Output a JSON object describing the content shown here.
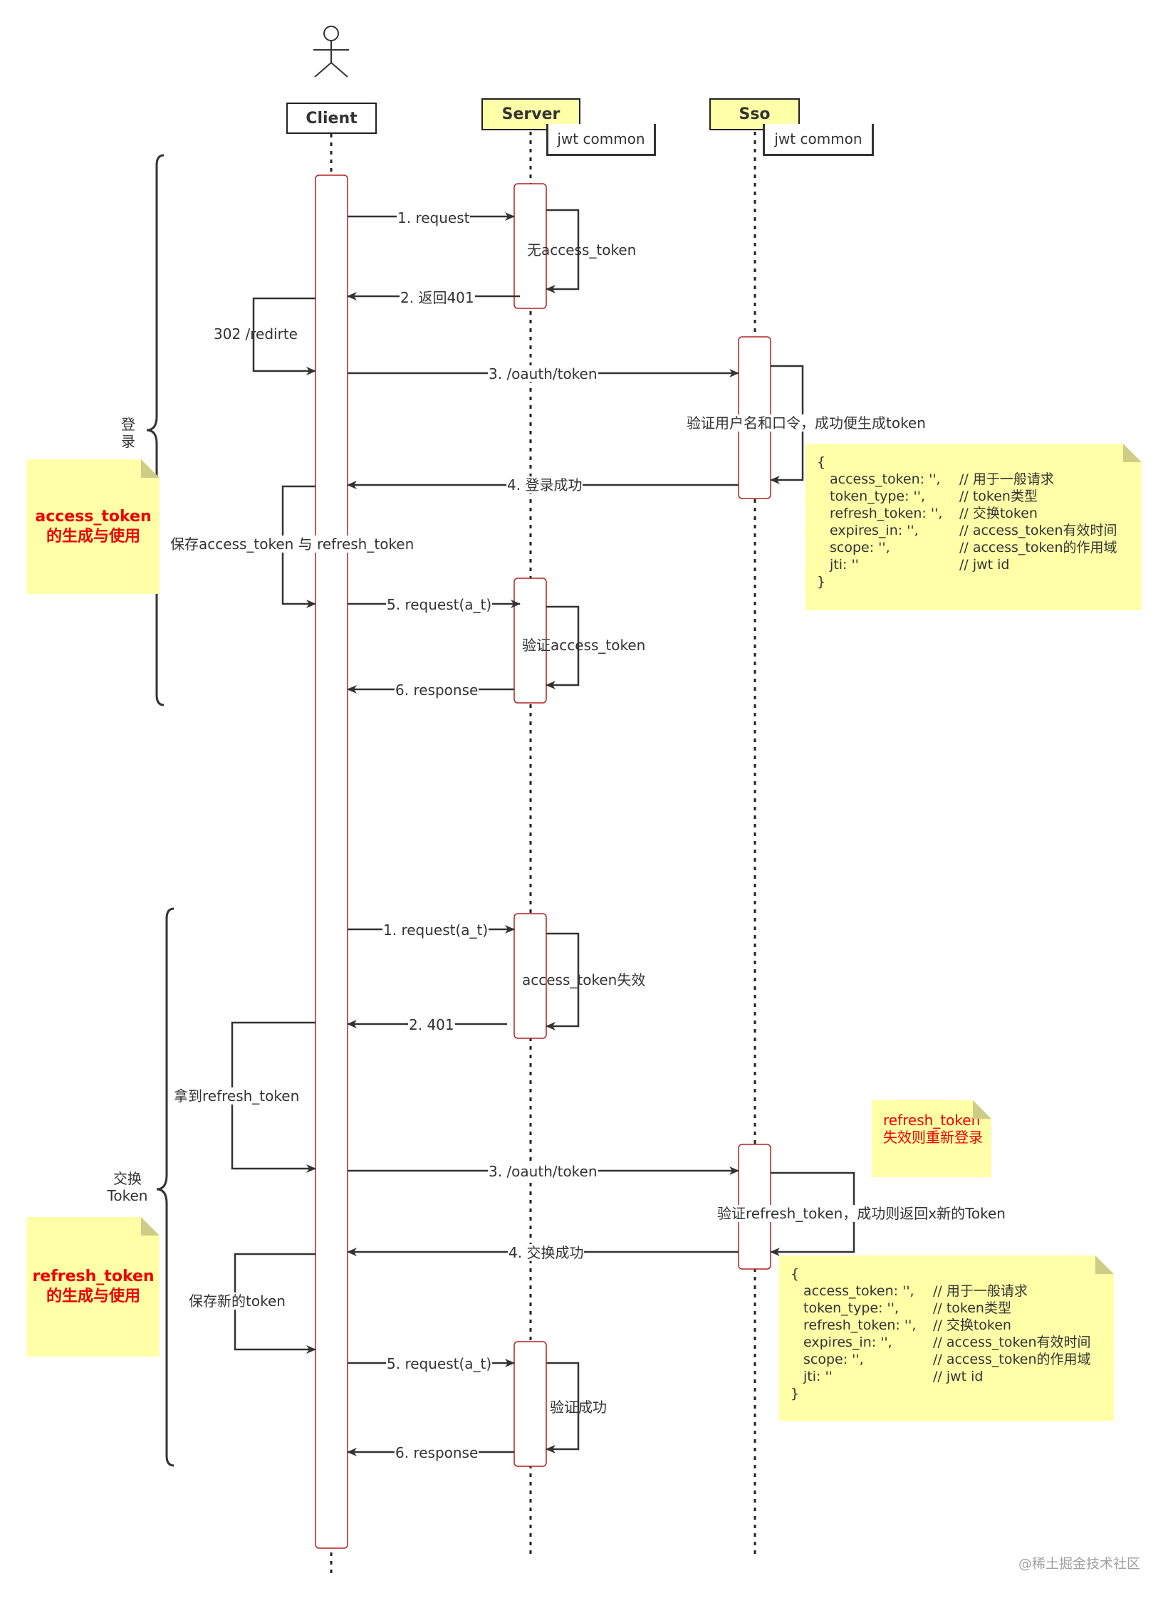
{
  "participants": {
    "client": "Client",
    "server": "Server",
    "sso": "Sso"
  },
  "tags": {
    "server": "jwt common",
    "sso": "jwt common"
  },
  "phase1": {
    "brace_label": [
      "登",
      "录"
    ],
    "note_lines": [
      "access_token",
      "的生成与使用"
    ],
    "m1": "1. request",
    "self_server_1": "无access_token",
    "m2": "2. 返回401",
    "self_client_1": "302 /redirte",
    "m3": "3. /oauth/token",
    "self_sso": "验证用户名和口令，成功便生成token",
    "m4": "4. 登录成功",
    "self_client_2": "保存access_token 与 refresh_token",
    "m5": "5. request(a_t)",
    "self_server_2": "验证access_token",
    "m6": "6. response"
  },
  "phase2": {
    "brace_label": [
      "交换",
      "Token"
    ],
    "note_lines": [
      "refresh_token",
      "的生成与使用"
    ],
    "m1": "1. request(a_t)",
    "self_server_1": "access_token失效",
    "m2": "2. 401",
    "self_client_1": "拿到refresh_token",
    "m3": "3. /oauth/token",
    "self_sso": "验证refresh_token，成功则返回x新的Token",
    "m4": "4. 交换成功",
    "self_client_2": "保存新的token",
    "m5": "5. request(a_t)",
    "self_server_2": "验证成功",
    "m6": "6. response"
  },
  "token_note": {
    "open": "{",
    "close": "}",
    "rows": [
      {
        "key": "access_token: '',",
        "comment": "// 用于一般请求"
      },
      {
        "key": "token_type: '',",
        "comment": "// token类型"
      },
      {
        "key": "refresh_token: '',",
        "comment": "// 交换token"
      },
      {
        "key": "expires_in: '',",
        "comment": "// access_token有效时间"
      },
      {
        "key": "scope: '',",
        "comment": "// access_token的作用域"
      },
      {
        "key": "jti: ''",
        "comment": "// jwt id"
      }
    ]
  },
  "expire_note": [
    "refresh_token",
    "失效则重新登录"
  ],
  "watermark": "@稀土掘金技术社区",
  "colors": {
    "note_bg": "#ffffa8",
    "activation_border": "#b22222",
    "line": "#333333",
    "alert": "#ee0000"
  }
}
